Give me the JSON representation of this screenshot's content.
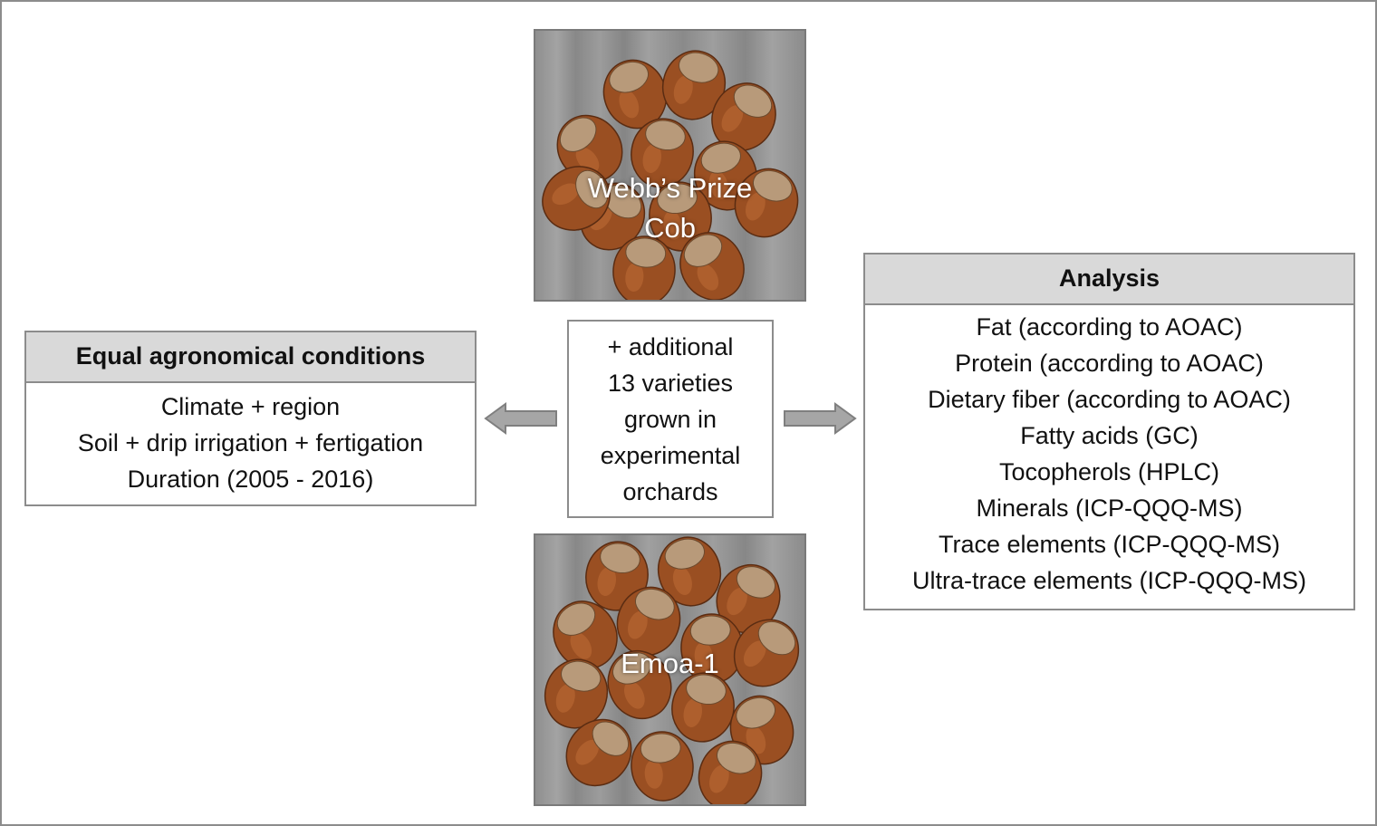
{
  "conditions": {
    "header": "Equal agronomical conditions",
    "lines": [
      "Climate + region",
      "Soil + drip irrigation + fertigation",
      "Duration (2005 - 2016)"
    ]
  },
  "center": {
    "lines": [
      "+ additional",
      "13 varieties",
      "grown in",
      "experimental",
      "orchards"
    ]
  },
  "analysis": {
    "header": "Analysis",
    "lines": [
      "Fat (according to AOAC)",
      "Protein (according to AOAC)",
      "Dietary fiber (according to AOAC)",
      "Fatty acids (GC)",
      "Tocopherols (HPLC)",
      "Minerals (ICP-QQQ-MS)",
      "Trace elements (ICP-QQQ-MS)",
      "Ultra-trace elements (ICP-QQQ-MS)"
    ]
  },
  "photos": {
    "top": {
      "label_line1": "Webb’s Prize",
      "label_line2": "Cob"
    },
    "bottom": {
      "label": "Emoa-1"
    }
  },
  "colors": {
    "border": "#8c8c8c",
    "header_fill": "#d9d9d9",
    "arrow_fill": "#a6a6a6",
    "arrow_stroke": "#7f7f7f",
    "nut_shell": "#9a4f22",
    "nut_tip": "#b89a7a"
  }
}
